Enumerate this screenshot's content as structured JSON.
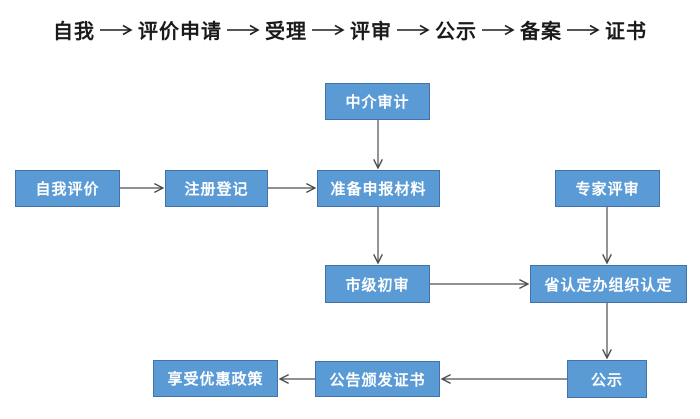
{
  "title": {
    "stages": [
      "自我",
      "评价申请",
      "受理",
      "评审",
      "公示",
      "备案",
      "证书"
    ]
  },
  "flowchart": {
    "boxes": {
      "intermediary_audit": "中介审计",
      "self_evaluation": "自我评价",
      "registration": "注册登记",
      "prepare_materials": "准备申报材料",
      "expert_review": "专家评审",
      "city_initial_review": "市级初审",
      "provincial_determination": "省认定办组织认定",
      "publicity": "公示",
      "announce_certificate": "公告颁发证书",
      "enjoy_preferential_policy": "享受优惠政策"
    },
    "edges": [
      {
        "from": "中介审计",
        "to": "准备申报材料"
      },
      {
        "from": "自我评价",
        "to": "注册登记"
      },
      {
        "from": "注册登记",
        "to": "准备申报材料"
      },
      {
        "from": "准备申报材料",
        "to": "市级初审"
      },
      {
        "from": "专家评审",
        "to": "省认定办组织认定"
      },
      {
        "from": "市级初审",
        "to": "省认定办组织认定"
      },
      {
        "from": "省认定办组织认定",
        "to": "公示"
      },
      {
        "from": "公示",
        "to": "公告颁发证书"
      },
      {
        "from": "公告颁发证书",
        "to": "享受优惠政策"
      }
    ]
  },
  "colors": {
    "box_fill": "#5B9BD5",
    "box_border": "#4472A8",
    "box_text": "#FFFFFF",
    "arrow": "#4D4D4D",
    "title_text": "#1A1A1A",
    "background": "#FFFFFF"
  }
}
